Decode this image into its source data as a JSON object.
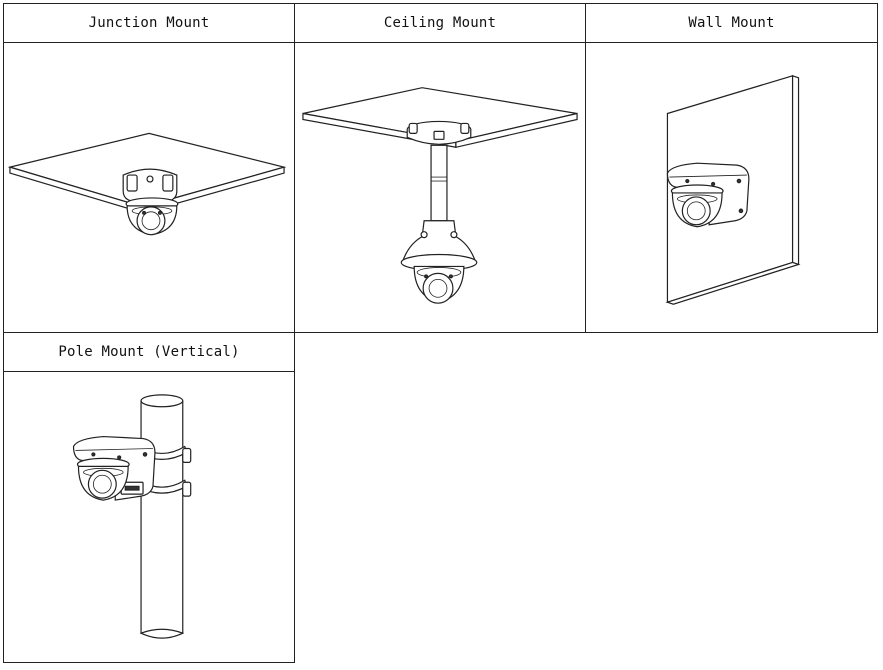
{
  "mounts": [
    {
      "label": "Junction Mount"
    },
    {
      "label": "Ceiling Mount"
    },
    {
      "label": "Wall Mount"
    },
    {
      "label": "Pole Mount (Vertical)"
    }
  ]
}
